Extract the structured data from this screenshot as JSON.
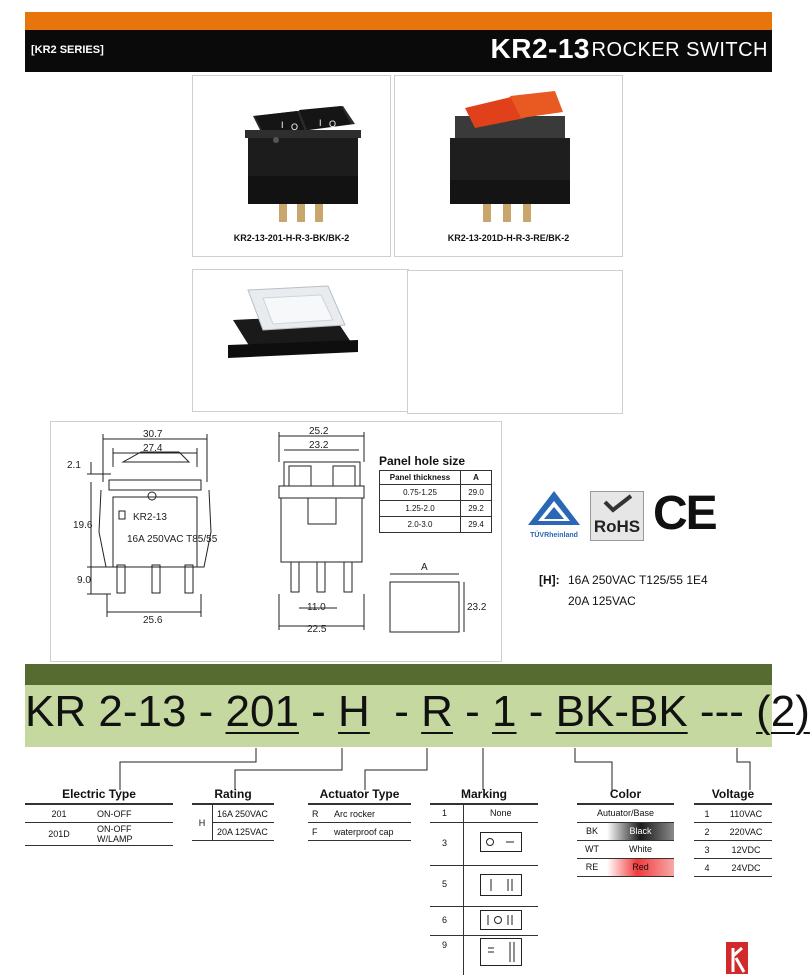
{
  "header": {
    "series": "[KR2 SERIES]",
    "model": "KR2-13",
    "type": "ROCKER SWITCH"
  },
  "photos": [
    {
      "caption": "KR2-13-201-H-R-3-BK/BK-2"
    },
    {
      "caption": "KR2-13-201D-H-R-3-RE/BK-2"
    }
  ],
  "drawing": {
    "front": {
      "w_top": "30.7",
      "w_inner": "27.4",
      "h_top": "2.1",
      "h_body": "19.6",
      "h_pin": "9.0",
      "w_bottom": "25.6",
      "body_label": "KR2-13",
      "rating_text": "16A 250VAC  T85/55"
    },
    "side": {
      "w_top": "25.2",
      "w_inner": "23.2",
      "w_pin": "11.0",
      "w_bottom": "22.5"
    },
    "panel_hole": {
      "title": "Panel hole size",
      "headers": [
        "Panel thickness",
        "A"
      ],
      "rows": [
        [
          "0.75-1.25",
          "29.0"
        ],
        [
          "1.25-2.0",
          "29.2"
        ],
        [
          "2.0-3.0",
          "29.4"
        ]
      ],
      "a_label": "A",
      "height": "23.2"
    }
  },
  "certs": {
    "tuv": "TÜVRheinland",
    "rohs": "RoHS",
    "ce": "CE",
    "rating_key": "[H]:",
    "rating_1": "16A 250VAC T125/55 1E4",
    "rating_2": "20A 125VAC"
  },
  "code": {
    "p1": "KR 2-13 - ",
    "p2": "201",
    "p3": " - ",
    "p4": "H",
    "p5": "  - ",
    "p6": "R",
    "p7": " - ",
    "p8": "1",
    "p9": " - ",
    "p10": "BK-BK",
    "p11": " --- ",
    "p12": "(2)"
  },
  "electric": {
    "title": "Electric Type",
    "rows": [
      [
        "201",
        "ON-OFF"
      ],
      [
        "201D",
        "ON-OFF W/LAMP"
      ]
    ]
  },
  "rating": {
    "title": "Rating",
    "key": "H",
    "rows": [
      "16A  250VAC",
      "20A  125VAC"
    ]
  },
  "actuator": {
    "title": "Actuator Type",
    "rows": [
      [
        "R",
        "Arc rocker"
      ],
      [
        "F",
        "waterproof cap"
      ]
    ]
  },
  "marking": {
    "title": "Marking",
    "rows": [
      [
        "1",
        "None"
      ],
      [
        "3",
        ""
      ],
      [
        "5",
        ""
      ],
      [
        "6",
        ""
      ],
      [
        "9",
        ""
      ]
    ]
  },
  "color": {
    "title": "Color",
    "subhead": "Autuator/Base",
    "rows": [
      [
        "BK",
        "Black"
      ],
      [
        "WT",
        "White"
      ],
      [
        "RE",
        "Red"
      ]
    ]
  },
  "voltage": {
    "title": "Voltage",
    "rows": [
      [
        "1",
        "110VAC"
      ],
      [
        "2",
        "220VAC"
      ],
      [
        "3",
        "12VDC"
      ],
      [
        "4",
        "24VDC"
      ]
    ]
  }
}
